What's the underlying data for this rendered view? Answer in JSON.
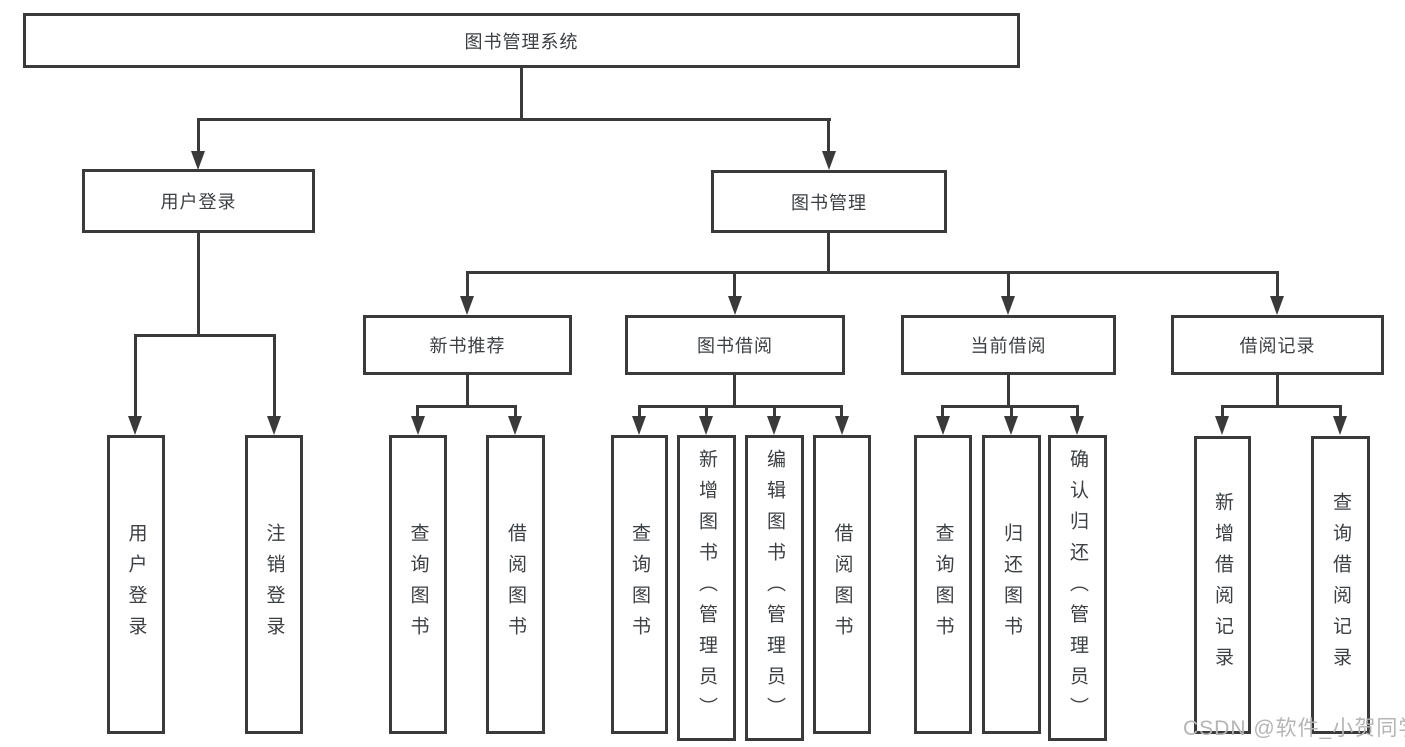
{
  "diagram": {
    "root": {
      "label": "图书管理系统"
    },
    "branches": [
      {
        "label": "用户登录",
        "children": [
          {
            "label": "用户登录"
          },
          {
            "label": "注销登录"
          }
        ]
      },
      {
        "label": "图书管理",
        "children": [
          {
            "label": "新书推荐",
            "children": [
              {
                "label": "查询图书"
              },
              {
                "label": "借阅图书"
              }
            ]
          },
          {
            "label": "图书借阅",
            "children": [
              {
                "label": "查询图书"
              },
              {
                "label": "新增图书（管理员）"
              },
              {
                "label": "编辑图书（管理员）"
              },
              {
                "label": "借阅图书"
              }
            ]
          },
          {
            "label": "当前借阅",
            "children": [
              {
                "label": "查询图书"
              },
              {
                "label": "归还图书"
              },
              {
                "label": "确认归还（管理员）"
              }
            ]
          },
          {
            "label": "借阅记录",
            "children": [
              {
                "label": "新增借阅记录"
              },
              {
                "label": "查询借阅记录"
              }
            ]
          }
        ]
      }
    ]
  },
  "watermark": {
    "text": "CSDN @软件_小贺同学"
  },
  "colors": {
    "line": "#3a3a3a",
    "text": "#3c4043",
    "watermark": "#b5b5b5",
    "background": "#ffffff"
  }
}
